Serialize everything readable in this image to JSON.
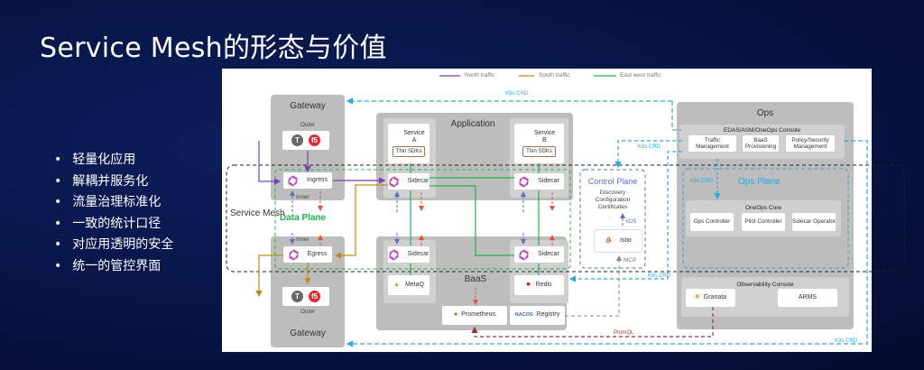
{
  "title": "Service Mesh的形态与价值",
  "bullets": [
    "轻量化应用",
    "解耦并服务化",
    "流量治理标准化",
    "一致的统计口径",
    "对应用透明的安全",
    "统一的管控界面"
  ],
  "legend": {
    "north": "North traffic",
    "south": "South traffic",
    "eastwest": "East west traffic"
  },
  "colors": {
    "north": "#7b3fb5",
    "south": "#c08a1c",
    "eastwest": "#22b24c",
    "k8s": "#2aa7e0",
    "control": "#5a6fc0",
    "promql": "#9b3535"
  },
  "diagram": {
    "service_mesh": "Service Mesh",
    "data_plane": "Data Plane",
    "gateway_top": {
      "title": "Gateway",
      "outer": "Outer",
      "ingress": "Ingress",
      "inner": "Inner"
    },
    "gateway_bottom": {
      "title": "Gateway",
      "outer": "Outer",
      "egress": "Egress",
      "inner": "Inner"
    },
    "application": {
      "title": "Application",
      "service_a": "Service A",
      "service_b": "Service B",
      "thin_sdks": "Thin SDKs",
      "sidecar": "Sidecar"
    },
    "baas": {
      "title": "BaaS",
      "sidecar": "Sidecar",
      "metaq": "MetaQ",
      "redis": "Redis",
      "prometheus": "Prometheus",
      "nacos": "NACOS",
      "registry": "Registry"
    },
    "control_plane": {
      "title": "Control Plane",
      "desc": [
        "Discovery",
        "Configuration",
        "Certificates"
      ],
      "xds": "xDS",
      "istio": "Istio",
      "mcp": "MCP"
    },
    "ops": {
      "title": "Ops",
      "console": "EDAS/ASM/OneOps Console",
      "traffic": "Traffic Management",
      "baas_prov": "BaaS Provisioning",
      "policy": "Policy/Security Management",
      "ops_plane": "Ops Plane",
      "core": "OneOps Core",
      "ops_ctrl": "Ops Controller",
      "pilot": "Pilot Controller",
      "sidecar_op": "Sidecar Operator",
      "obs": "Observability Console",
      "granata": "Granata",
      "arms": "ARMS"
    },
    "k8s_crd": "K8s CRD",
    "promql": "PromQL"
  }
}
